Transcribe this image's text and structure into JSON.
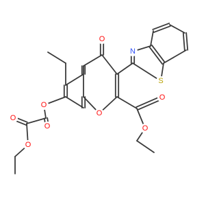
{
  "molecule": {
    "colors": {
      "bond": "#3a3a3a",
      "O": "#ff0d0d",
      "N": "#3050f8",
      "S": "#b8a000",
      "background": "#ffffff"
    },
    "atom_labels": {
      "ring_carbonyl_O": "O",
      "thiazole_N": "N",
      "thiazole_S": "S",
      "pyran_O": "O",
      "ester_O_double": "O",
      "ester_O_single": "O",
      "ether_O": "O",
      "oxalate_O1": "O",
      "oxalate_O2": "O",
      "oxalate_O3": "O"
    }
  }
}
